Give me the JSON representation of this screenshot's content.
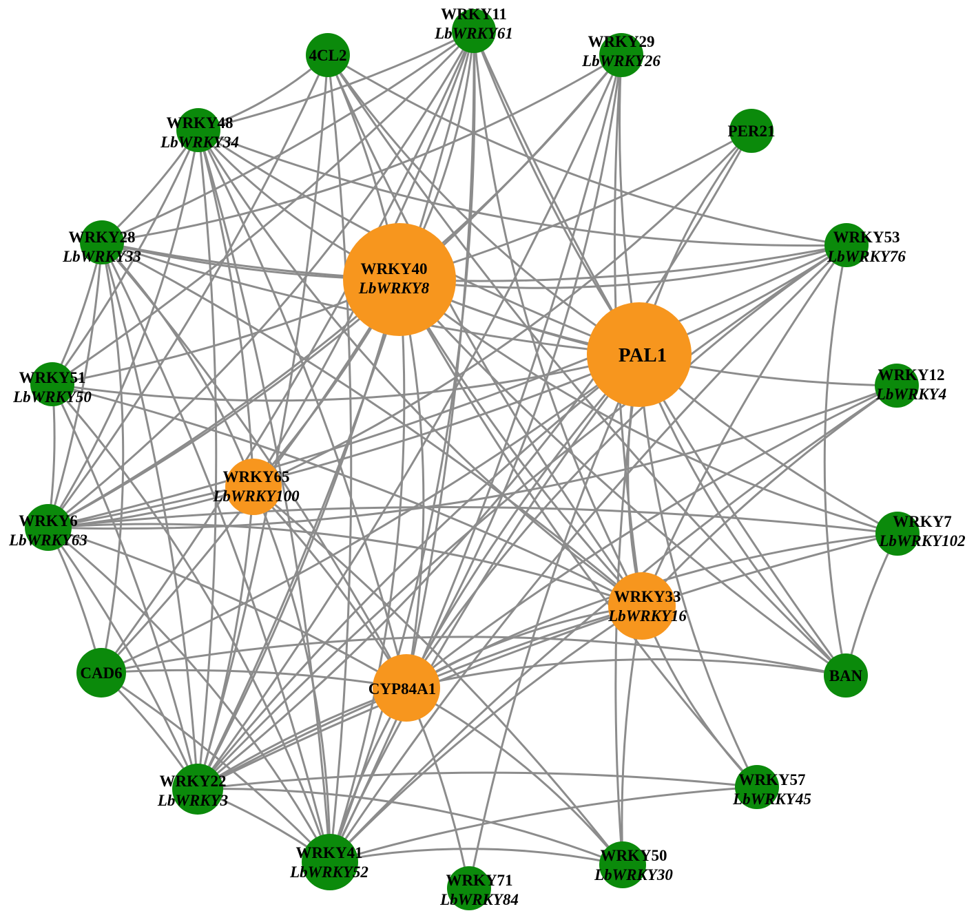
{
  "colors": {
    "tf": "#0b8a0b",
    "hub": "#f7961e",
    "edge": "#8c8c8c",
    "background": "#ffffff"
  },
  "nodes": [
    {
      "id": "WRKY11",
      "name": "WRKY11",
      "alias": "LbWRKY61",
      "hub": false
    },
    {
      "id": "4CL2",
      "name": "4CL2",
      "alias": "",
      "hub": false
    },
    {
      "id": "WRKY29",
      "name": "WRKY29",
      "alias": "LbWRKY26",
      "hub": false
    },
    {
      "id": "WRKY48",
      "name": "WRKY48",
      "alias": "LbWRKY34",
      "hub": false
    },
    {
      "id": "PER21",
      "name": "PER21",
      "alias": "",
      "hub": false
    },
    {
      "id": "WRKY28",
      "name": "WRKY28",
      "alias": "LbWRKY33",
      "hub": false
    },
    {
      "id": "WRKY53",
      "name": "WRKY53",
      "alias": "LbWRKY76",
      "hub": false
    },
    {
      "id": "WRKY40",
      "name": "WRKY40",
      "alias": "LbWRKY8",
      "hub": true
    },
    {
      "id": "PAL1",
      "name": "PAL1",
      "alias": "",
      "hub": true
    },
    {
      "id": "WRKY51",
      "name": "WRKY51",
      "alias": "LbWRKY50",
      "hub": false
    },
    {
      "id": "WRKY12",
      "name": "WRKY12",
      "alias": "LbWRKY4",
      "hub": false
    },
    {
      "id": "WRKY65",
      "name": "WRKY65",
      "alias": "LbWRKY100",
      "hub": true
    },
    {
      "id": "WRKY6",
      "name": "WRKY6",
      "alias": "LbWRKY63",
      "hub": false
    },
    {
      "id": "WRKY7",
      "name": "WRKY7",
      "alias": "LbWRKY102",
      "hub": false
    },
    {
      "id": "WRKY33",
      "name": "WRKY33",
      "alias": "LbWRKY16",
      "hub": true
    },
    {
      "id": "CAD6",
      "name": "CAD6",
      "alias": "",
      "hub": false
    },
    {
      "id": "CYP84A1",
      "name": "CYP84A1",
      "alias": "",
      "hub": true
    },
    {
      "id": "BAN",
      "name": "BAN",
      "alias": "",
      "hub": false
    },
    {
      "id": "WRKY22",
      "name": "WRKY22",
      "alias": "LbWRKY3",
      "hub": false
    },
    {
      "id": "WRKY57",
      "name": "WRKY57",
      "alias": "LbWRKY45",
      "hub": false
    },
    {
      "id": "WRKY41",
      "name": "WRKY41",
      "alias": "LbWRKY52",
      "hub": false
    },
    {
      "id": "WRKY50",
      "name": "WRKY50",
      "alias": "LbWRKY30",
      "hub": false
    },
    {
      "id": "WRKY71",
      "name": "WRKY71",
      "alias": "LbWRKY84",
      "hub": false
    }
  ],
  "edges": [
    [
      "WRKY40",
      "WRKY11"
    ],
    [
      "WRKY40",
      "4CL2"
    ],
    [
      "WRKY40",
      "WRKY29"
    ],
    [
      "WRKY40",
      "WRKY48"
    ],
    [
      "WRKY40",
      "PER21"
    ],
    [
      "WRKY40",
      "WRKY28"
    ],
    [
      "WRKY40",
      "WRKY53"
    ],
    [
      "WRKY40",
      "WRKY51"
    ],
    [
      "WRKY40",
      "WRKY6"
    ],
    [
      "WRKY40",
      "WRKY7"
    ],
    [
      "WRKY40",
      "WRKY33"
    ],
    [
      "WRKY40",
      "CAD6"
    ],
    [
      "WRKY40",
      "CYP84A1"
    ],
    [
      "WRKY40",
      "BAN"
    ],
    [
      "WRKY40",
      "WRKY22"
    ],
    [
      "WRKY40",
      "WRKY41"
    ],
    [
      "WRKY40",
      "WRKY65"
    ],
    [
      "WRKY40",
      "PAL1"
    ],
    [
      "WRKY40",
      "WRKY12"
    ],
    [
      "WRKY40",
      "WRKY57"
    ],
    [
      "PAL1",
      "WRKY11"
    ],
    [
      "PAL1",
      "4CL2"
    ],
    [
      "PAL1",
      "WRKY29"
    ],
    [
      "PAL1",
      "WRKY48"
    ],
    [
      "PAL1",
      "PER21"
    ],
    [
      "PAL1",
      "WRKY28"
    ],
    [
      "PAL1",
      "WRKY53"
    ],
    [
      "PAL1",
      "WRKY51"
    ],
    [
      "PAL1",
      "WRKY6"
    ],
    [
      "PAL1",
      "WRKY7"
    ],
    [
      "PAL1",
      "WRKY33"
    ],
    [
      "PAL1",
      "CAD6"
    ],
    [
      "PAL1",
      "CYP84A1"
    ],
    [
      "PAL1",
      "BAN"
    ],
    [
      "PAL1",
      "WRKY22"
    ],
    [
      "PAL1",
      "WRKY41"
    ],
    [
      "PAL1",
      "WRKY57"
    ],
    [
      "PAL1",
      "WRKY50"
    ],
    [
      "PAL1",
      "WRKY71"
    ],
    [
      "WRKY33",
      "WRKY11"
    ],
    [
      "WRKY33",
      "4CL2"
    ],
    [
      "WRKY33",
      "WRKY29"
    ],
    [
      "WRKY33",
      "WRKY48"
    ],
    [
      "WRKY33",
      "WRKY28"
    ],
    [
      "WRKY33",
      "WRKY53"
    ],
    [
      "WRKY33",
      "WRKY6"
    ],
    [
      "WRKY33",
      "WRKY22"
    ],
    [
      "WRKY33",
      "WRKY41"
    ],
    [
      "WRKY33",
      "WRKY57"
    ],
    [
      "WRKY33",
      "WRKY12"
    ],
    [
      "WRKY33",
      "WRKY51"
    ],
    [
      "WRKY33",
      "CYP84A1"
    ],
    [
      "WRKY33",
      "WRKY50"
    ],
    [
      "CYP84A1",
      "WRKY11"
    ],
    [
      "CYP84A1",
      "WRKY29"
    ],
    [
      "CYP84A1",
      "WRKY48"
    ],
    [
      "CYP84A1",
      "WRKY28"
    ],
    [
      "CYP84A1",
      "WRKY53"
    ],
    [
      "CYP84A1",
      "WRKY6"
    ],
    [
      "CYP84A1",
      "CAD6"
    ],
    [
      "CYP84A1",
      "BAN"
    ],
    [
      "CYP84A1",
      "WRKY22"
    ],
    [
      "CYP84A1",
      "WRKY41"
    ],
    [
      "CYP84A1",
      "WRKY50"
    ],
    [
      "CYP84A1",
      "WRKY71"
    ],
    [
      "CYP84A1",
      "WRKY12"
    ],
    [
      "CYP84A1",
      "WRKY7"
    ],
    [
      "CYP84A1",
      "WRKY65"
    ],
    [
      "WRKY65",
      "WRKY11"
    ],
    [
      "WRKY65",
      "WRKY28"
    ],
    [
      "WRKY65",
      "WRKY6"
    ],
    [
      "WRKY65",
      "WRKY22"
    ],
    [
      "WRKY65",
      "WRKY41"
    ],
    [
      "WRKY65",
      "WRKY48"
    ],
    [
      "WRKY65",
      "WRKY50"
    ],
    [
      "WRKY65",
      "PER21"
    ],
    [
      "WRKY11",
      "WRKY48"
    ],
    [
      "WRKY11",
      "WRKY28"
    ],
    [
      "WRKY11",
      "WRKY6"
    ],
    [
      "WRKY11",
      "CAD6"
    ],
    [
      "WRKY11",
      "WRKY22"
    ],
    [
      "WRKY11",
      "WRKY41"
    ],
    [
      "WRKY11",
      "BAN"
    ],
    [
      "WRKY11",
      "WRKY51"
    ],
    [
      "4CL2",
      "WRKY48"
    ],
    [
      "4CL2",
      "WRKY6"
    ],
    [
      "4CL2",
      "WRKY22"
    ],
    [
      "4CL2",
      "WRKY53"
    ],
    [
      "4CL2",
      "WRKY41"
    ],
    [
      "4CL2",
      "BAN"
    ],
    [
      "WRKY29",
      "WRKY6"
    ],
    [
      "WRKY29",
      "WRKY22"
    ],
    [
      "WRKY29",
      "WRKY41"
    ],
    [
      "WRKY29",
      "WRKY28"
    ],
    [
      "WRKY48",
      "WRKY28"
    ],
    [
      "WRKY48",
      "WRKY51"
    ],
    [
      "WRKY48",
      "WRKY6"
    ],
    [
      "WRKY48",
      "WRKY22"
    ],
    [
      "WRKY48",
      "WRKY41"
    ],
    [
      "WRKY48",
      "WRKY53"
    ],
    [
      "WRKY28",
      "WRKY51"
    ],
    [
      "WRKY28",
      "WRKY6"
    ],
    [
      "WRKY28",
      "CAD6"
    ],
    [
      "WRKY28",
      "WRKY22"
    ],
    [
      "WRKY28",
      "WRKY41"
    ],
    [
      "WRKY28",
      "WRKY53"
    ],
    [
      "WRKY51",
      "WRKY6"
    ],
    [
      "WRKY51",
      "WRKY22"
    ],
    [
      "WRKY51",
      "WRKY41"
    ],
    [
      "WRKY6",
      "CAD6"
    ],
    [
      "WRKY6",
      "WRKY22"
    ],
    [
      "WRKY6",
      "WRKY41"
    ],
    [
      "WRKY6",
      "WRKY7"
    ],
    [
      "WRKY6",
      "WRKY53"
    ],
    [
      "WRKY6",
      "WRKY12"
    ],
    [
      "CAD6",
      "WRKY22"
    ],
    [
      "CAD6",
      "WRKY41"
    ],
    [
      "CAD6",
      "BAN"
    ],
    [
      "WRKY22",
      "WRKY41"
    ],
    [
      "WRKY22",
      "WRKY57"
    ],
    [
      "WRKY22",
      "WRKY50"
    ],
    [
      "WRKY22",
      "WRKY53"
    ],
    [
      "WRKY22",
      "WRKY7"
    ],
    [
      "WRKY41",
      "WRKY50"
    ],
    [
      "WRKY41",
      "WRKY57"
    ],
    [
      "WRKY41",
      "WRKY53"
    ],
    [
      "PER21",
      "WRKY22"
    ],
    [
      "WRKY12",
      "WRKY41"
    ],
    [
      "WRKY7",
      "BAN"
    ],
    [
      "WRKY53",
      "BAN"
    ]
  ]
}
